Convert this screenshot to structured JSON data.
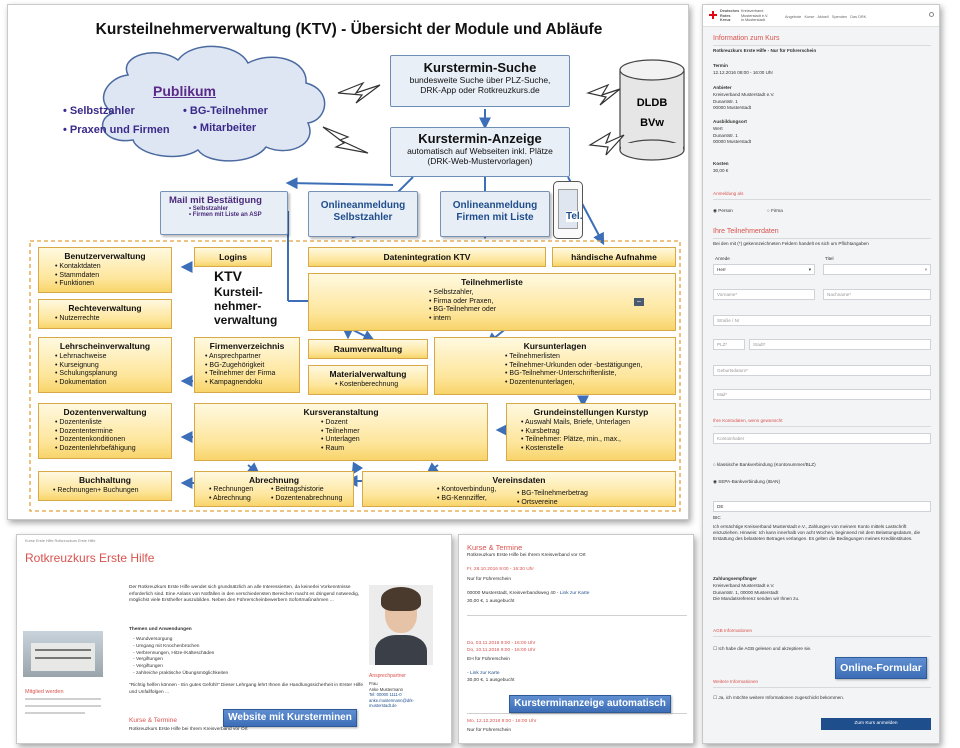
{
  "diagram": {
    "title": "Kursteilnehmerverwaltung (KTV)  - Übersicht der Module und Abläufe",
    "publikum": {
      "title": "Publikum",
      "items": [
        "Selbstzahler",
        "BG-Teilnehmer",
        "Praxen und Firmen",
        "Mitarbeiter"
      ]
    },
    "suche": {
      "title": "Kurstermin-Suche",
      "line1": "bundesweite Suche über PLZ-Suche,",
      "line2": "DRK-App oder Rotkreuzkurs.de"
    },
    "anzeige": {
      "title": "Kurstermin-Anzeige",
      "line1": "automatisch auf Webseiten inkl. Plätze",
      "line2": "(DRK-Web-Mustervorlagen)"
    },
    "db": {
      "line1": "DLDB",
      "line2": "BVw"
    },
    "mail": {
      "title": "Mail mit Bestätigung",
      "items": [
        "Selbstzahler",
        "Firmen mit Liste an ASP"
      ]
    },
    "online1": {
      "line1": "Onlineanmeldung",
      "line2": "Selbstzahler"
    },
    "online2": {
      "line1": "Onlineanmeldung",
      "line2": "Firmen mit Liste"
    },
    "tel": "Tel.",
    "ktv": {
      "line1": "KTV",
      "line2": "Kursteil-",
      "line3": "nehmer-",
      "line4": "verwaltung"
    },
    "modules": {
      "benutzer": {
        "title": "Benutzerverwaltung",
        "items": [
          "Kontaktdaten",
          "Stammdaten",
          "Funktionen"
        ]
      },
      "logins": {
        "title": "Logins"
      },
      "datenintegration": {
        "title": "Datenintegration  KTV"
      },
      "haendisch": {
        "title": "händische Aufnahme"
      },
      "teilnehmerliste": {
        "title": "Teilnehmerliste",
        "items": [
          "Selbstzahler,",
          "Firma oder Praxen,",
          "BG-Teilnehmer  oder",
          "intern"
        ],
        "minus": "–"
      },
      "rechte": {
        "title": "Rechteverwaltung",
        "items": [
          "Nutzerrechte"
        ]
      },
      "lehrschein": {
        "title": "Lehrscheinverwaltung",
        "items": [
          "Lehrnachweise",
          "Kurseignung",
          "Schulungsplanung",
          "Dokumentation"
        ]
      },
      "firmen": {
        "title": "Firmenverzeichnis",
        "items": [
          "Ansprechpartner",
          "BG-Zugehörigkeit",
          "Teilnehmer  der Firma",
          "Kampagnendoku"
        ]
      },
      "raum": {
        "title": "Raumverwaltung"
      },
      "material": {
        "title": "Materialverwaltung",
        "items": [
          "Kostenberechnung"
        ]
      },
      "unterlagen": {
        "title": "Kursunterlagen",
        "items": [
          "Teilnehmerlisten",
          "Teilnehmer-Urkunden  oder -bestätigungen,",
          "BG-Teilnehmer-Unterschriftenliste,",
          "Dozentenunterlagen,"
        ]
      },
      "dozenten": {
        "title": "Dozentenverwaltung",
        "items": [
          "Dozentenliste",
          "Dozententermine",
          "Dozentenkonditionen",
          "Dozentenlehrbefähigung"
        ]
      },
      "kursveranstaltung": {
        "title": "Kursveranstaltung",
        "items": [
          "Dozent",
          "Teilnehmer",
          "Unterlagen",
          "Raum"
        ]
      },
      "grundeinstellungen": {
        "title": "Grundeinstellungen  Kurstyp",
        "items": [
          "Auswahl  Mails,  Briefe,  Unterlagen",
          "Kursbetrag",
          "Teilnehmer:  Plätze,  min.,  max.,",
          "Kostenstelle"
        ]
      },
      "buchhaltung": {
        "title": "Buchhaltung",
        "items": [
          "Rechnungen+  Buchungen"
        ]
      },
      "abrechnung": {
        "title": "Abrechnung",
        "col1": [
          "Rechnungen",
          "Abrechnung"
        ],
        "col2": [
          "Beitragshistorie",
          "Dozentenabrechnung"
        ]
      },
      "vereinsdaten": {
        "title": "Vereinsdaten",
        "col1": [
          "Kontoverbindung,",
          "BG-Kennziffer,"
        ],
        "col2": [
          "BG-Teilnehmerbetrag",
          "Ortsvereine"
        ]
      }
    }
  },
  "form": {
    "logo": {
      "line1": "Deutsches",
      "line2": "Rotes",
      "line3": "Kreuz",
      "org1": "Kreisverband",
      "org2": "Musterstadt e.V.",
      "org3": "in Musterstadt"
    },
    "nav": [
      "Angebote",
      "Kurse",
      "Aktuell",
      "Spenden",
      "Das DRK"
    ],
    "info_title": "Information zum Kurs",
    "course_name": "Rotkreuzkurs Erste Hilfe - Nur für Führerschein",
    "termin_label": "Termin",
    "termin_value": "12.12.2016 08:00 - 16:00 Uhr",
    "anbieter_label": "Anbieter",
    "anbieter_lines": [
      "Kreisverband Musterstadt e.V.",
      "Dunantstr. 1",
      "00000 Musterstadt"
    ],
    "ausbildungsort_label": "Ausbildungsort",
    "ausbildungsort_lines": [
      "Wert",
      "Dunantstr. 1",
      "00000 Musterstadt"
    ],
    "kosten_label": "Kosten",
    "kosten_value": "30,00 €",
    "anmeldung_label": "Anmeldung als",
    "radio1": "Person",
    "radio2": "Firma",
    "teilnehmer_title": "Ihre Teilnehmerdaten",
    "teilnehmer_hint": "Bei den mit (*) gekennzeichneten Feldern handelt es sich um Pflichtangaben",
    "anrede_label": "Anrede",
    "anrede_value": "Herr",
    "titel_label": "Titel",
    "vorname": "Vorname*",
    "nachname": "Nachname*",
    "strasse": "Straße / Nr",
    "plz": "PLZ*",
    "stadt": "Stadt*",
    "geburtsdatum": "Geburtsdatum*",
    "mail": "Mail*",
    "konto_title": "Ihre Kontodaten, wenn gewünscht",
    "kontoinhaber": "Kontoinhaber",
    "option1": "klassische Bankverbindung (Kontonummer/BLZ)",
    "option2": "SEPA-Bankverbindung (IBAN)",
    "iban_prefix": "DE",
    "bic": "BIC",
    "sepa_text": "Ich ermächtige Kreisverband Musterstadt e.V., Zahlungen von meinem Konto mittels Lastschrift einzuziehen. Hinweis: Ich kann innerhalb von acht Wochen, beginnend mit dem Belastungsdatum, die Erstattung des belasteten Betrages verlangen. Es gelten die Bedingungen meines Kreditinstitutes.",
    "empfaenger_label": "Zahlungsempfänger",
    "empfaenger_lines": [
      "Kreisverband Musterstadt e.V.",
      "Dunantstr. 1, 00000 Musterstadt",
      "Die Mandatsreferenz senden wir Ihnen zu."
    ],
    "agb_title": "AGB Informationen",
    "agb_text": "Ich habe die AGB gelesen und akzeptiere sie.",
    "weitere_title": "Weitere Informationen",
    "weitere_text": "Ja, ich möchte weitere Informationen zugeschickt bekommen.",
    "submit": "Zum Kurs anmelden",
    "callout": "Online-Formular"
  },
  "site": {
    "breadcrumb": "Kurse  Erste Hilfe  Rotkreuzkurs Erste Hilfe",
    "title": "Rotkreuzkurs Erste Hilfe",
    "intro": "Der Rotkreuzkurs Erste Hilfe wendet sich grundsätzlich an alle Interessierten, da keinerlei Vorkenntnisse erforderlich sind. Eine Anlass von Notfällen in den verschiedensten Bereichen macht es dringend notwendig, möglichst viele Ersthelfer auszubilden. Neben den Führerscheinbewerbern Sofortmaßnahmen ...",
    "themen_title": "Themen und Anwendungen",
    "themen": [
      "Wundversorgung",
      "Umgang mit Knochenbrüchen",
      "Verbrennungen, Hitze-/Kälteschäden",
      "Vergiftungen",
      "Vergiftungen",
      "zahlreiche praktische Übungsmöglichkeiten"
    ],
    "quote": "\"Richtig helfen können - Ein gutes Gefühl!\" Dieser Lehrgang lehrt Ihnen die Handlungssicherheit in Erster Hilfe und Unfallfolgen ...",
    "mitglied": "Mitglied werden",
    "kurse_heading": "Kurse & Termine",
    "kurse_sub": "Rotkreuzkurs Erste Hilfe bei Ihrem Kreisverband vor Ort",
    "contact_title": "Ansprechpartner",
    "contact_lines": [
      "Frau",
      "Anke Mustermann",
      "Tel: 00000 1111-0",
      "anke.mustermann@drk-musterstadt.de"
    ],
    "callout": "Website mit Kursterminen"
  },
  "kurse": {
    "title": "Kurse & Termine",
    "sub": "Rotkreuzkurs Erste Hilfe bei Ihrem Kreisverband vor Ort",
    "entry1": {
      "date": "Fr, 28.10.2016 9:00 - 16:30 Uhr",
      "type": "Nur für Führerschein",
      "place": "00000 Musterstadt, Kreisverbandsweg 40",
      "map": "Link zur Karte",
      "price": "30,00 €, 1 ausgebucht"
    },
    "entry2": {
      "date1": "Do, 03.11.2016 9:00 - 16:00 Uhr",
      "date2": "Do, 10.11.2016 9:00 - 16:00 Uhr",
      "type": "EH für Führerschein",
      "map": "Link zur Karte",
      "price": "30,00 €, 1 ausgebucht"
    },
    "entry3": {
      "date": "Mo, 12.12.2016 8:00 - 16:00 Uhr",
      "type": "Nur für Führerschein"
    },
    "callout": "Kursterminanzeige automatisch"
  }
}
